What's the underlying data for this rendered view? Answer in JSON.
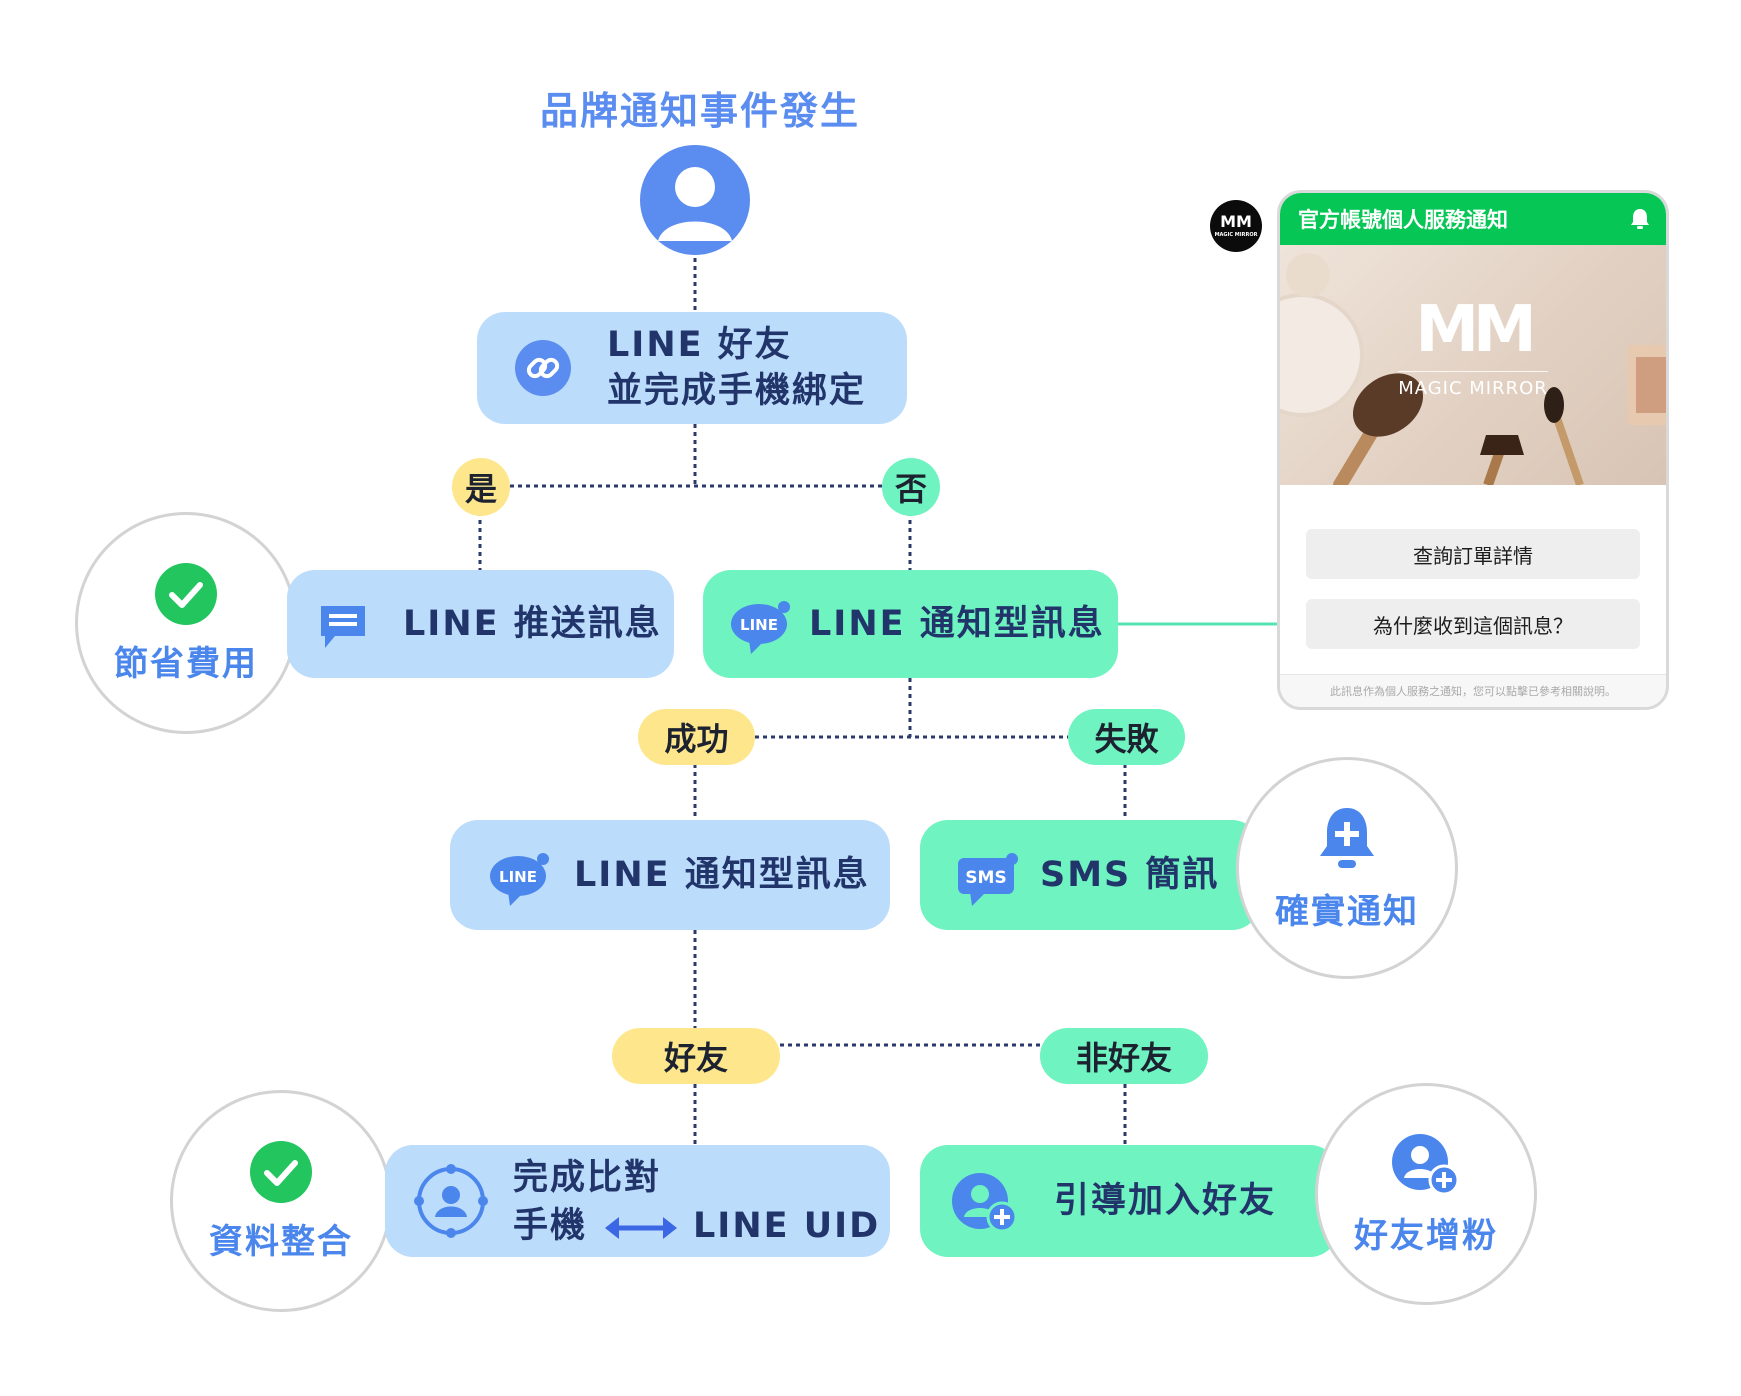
{
  "title": "品牌通知事件發生",
  "nodes": {
    "line_friend": {
      "line1": "LINE 好友",
      "line2": "並完成手機綁定"
    },
    "line_push": "LINE 推送訊息",
    "line_notify_top": "LINE 通知型訊息",
    "line_notify_mid": "LINE 通知型訊息",
    "sms": "SMS 簡訊",
    "match": {
      "line1": "完成比對",
      "line2_left": "手機",
      "line2_right": "LINE UID"
    },
    "guide": "引導加入好友"
  },
  "branches": {
    "yes": "是",
    "no": "否",
    "success": "成功",
    "fail": "失敗",
    "friend": "好友",
    "non_friend": "非好友"
  },
  "benefits": {
    "save_cost": "節省費用",
    "ensure_notify": "確實通知",
    "data_integration": "資料整合",
    "grow_friends": "好友增粉"
  },
  "icon_labels": {
    "line": "LINE",
    "sms": "SMS"
  },
  "phone": {
    "header": "官方帳號個人服務通知",
    "badge": "MM",
    "badge_sub": "MAGIC MIRROR",
    "logo": "MM",
    "brand": "MAGIC MIRROR",
    "button1": "查詢訂單詳情",
    "button2": "為什麼收到這個訊息？",
    "footer": "此訊息作為個人服務之通知，您可以點擊已參考相關說明。"
  },
  "colors": {
    "brand_blue": "#5b8cf0",
    "node_blue": "#bcdcfb",
    "node_green": "#6ff3c0",
    "pill_yellow": "#fde68c",
    "line_green": "#06c755",
    "check_green": "#22c55e",
    "connector": "#2b3a6b",
    "node_text": "#22356b"
  }
}
